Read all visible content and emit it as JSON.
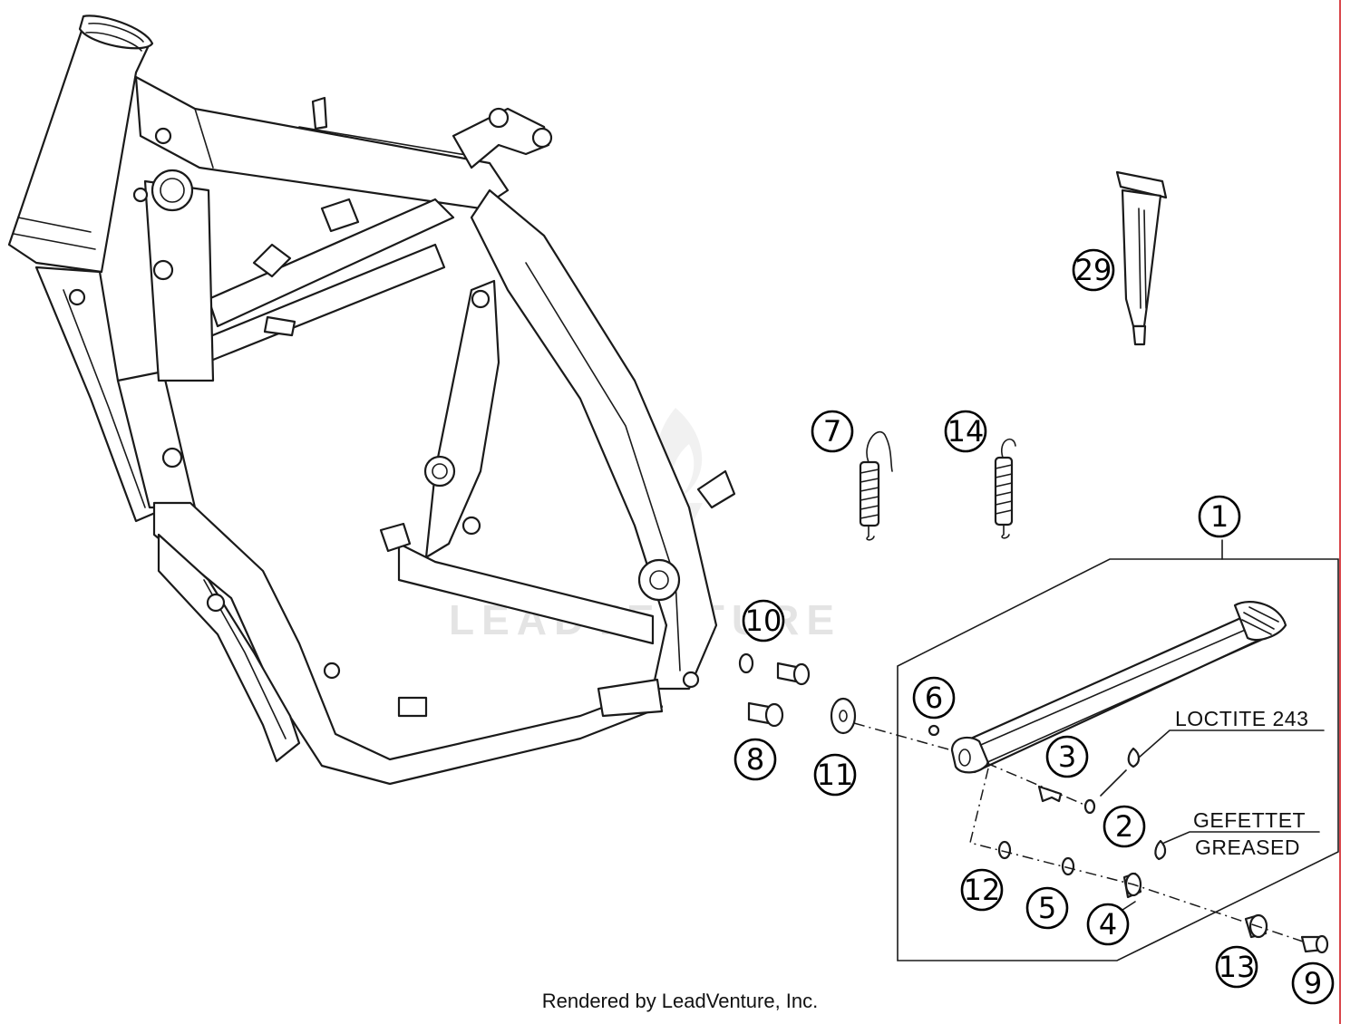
{
  "watermark": "LEADVENTURE",
  "credit": "Rendered by LeadVenture, Inc.",
  "notes": {
    "loctite": "LOCTITE 243",
    "gefettet": "GEFETTET",
    "greased": "GREASED"
  },
  "callouts": [
    {
      "id": "c1",
      "label": "1"
    },
    {
      "id": "c2",
      "label": "2"
    },
    {
      "id": "c3",
      "label": "3"
    },
    {
      "id": "c4",
      "label": "4"
    },
    {
      "id": "c5",
      "label": "5"
    },
    {
      "id": "c6",
      "label": "6"
    },
    {
      "id": "c7",
      "label": "7"
    },
    {
      "id": "c8",
      "label": "8"
    },
    {
      "id": "c9",
      "label": "9"
    },
    {
      "id": "c10",
      "label": "10"
    },
    {
      "id": "c11",
      "label": "11"
    },
    {
      "id": "c12",
      "label": "12"
    },
    {
      "id": "c13",
      "label": "13"
    },
    {
      "id": "c14",
      "label": "14"
    },
    {
      "id": "c29",
      "label": "29"
    }
  ],
  "colors": {
    "ink": "#1a1a1a",
    "watermark": "#e4e4e4",
    "edge": "#d9454a"
  }
}
